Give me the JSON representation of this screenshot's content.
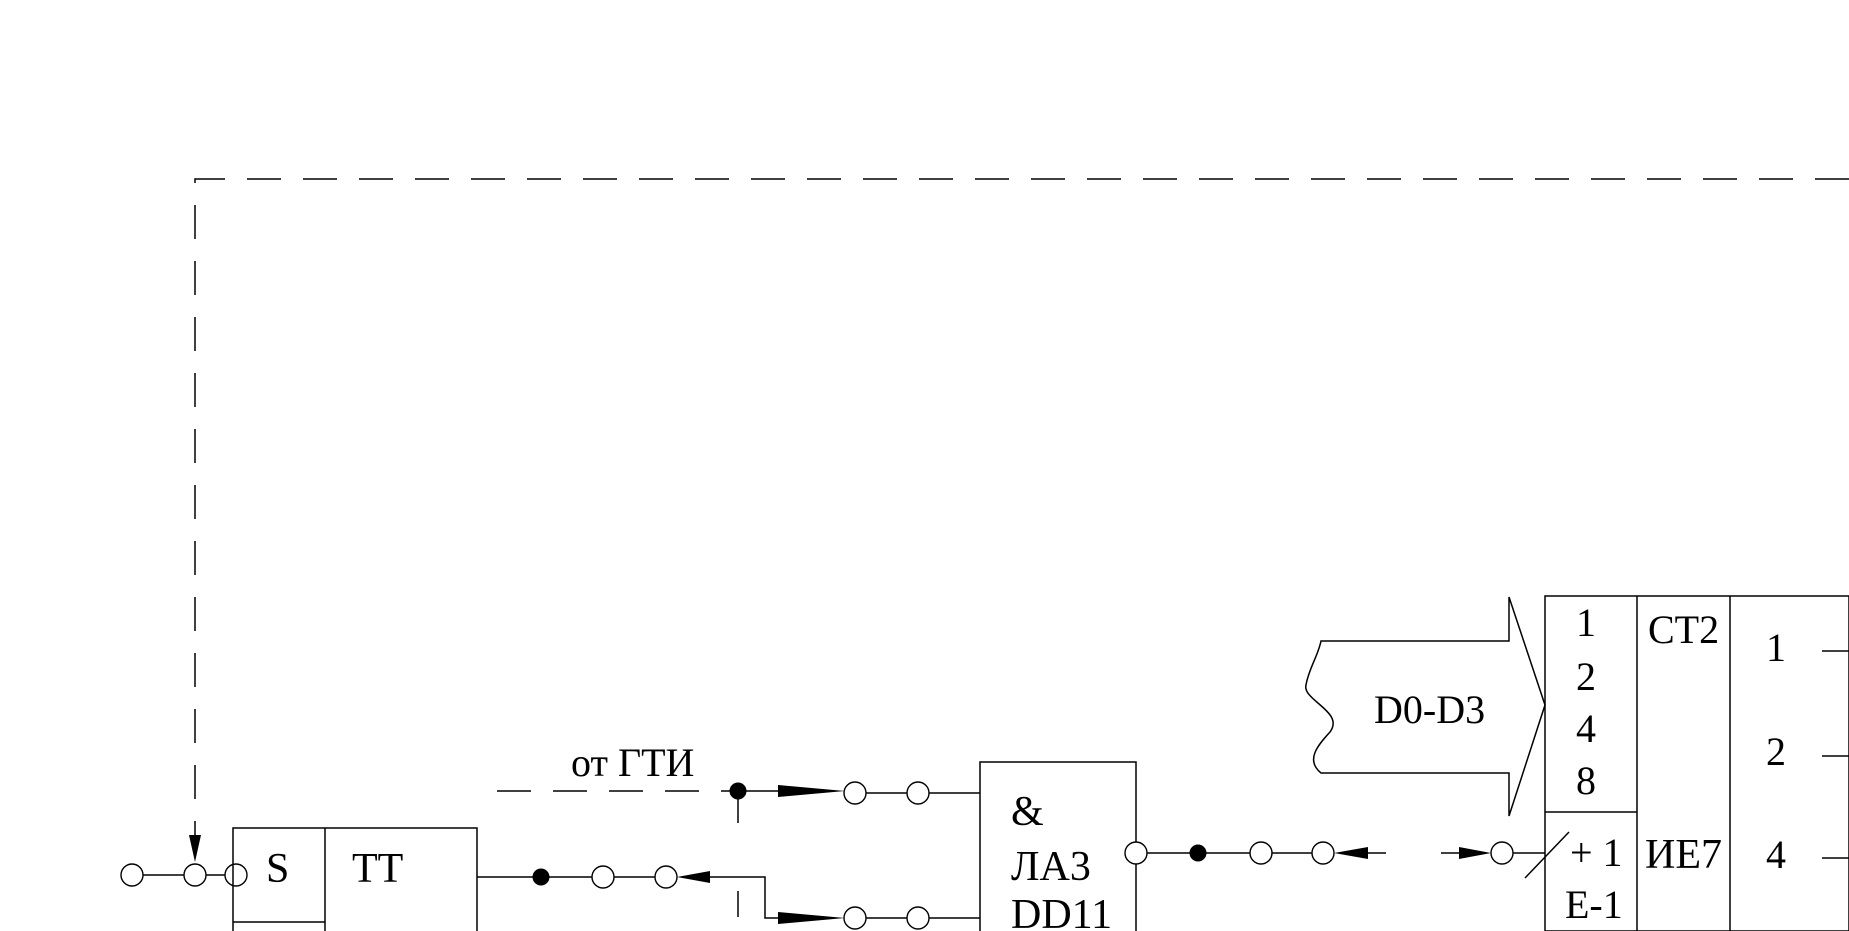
{
  "labels": {
    "gti_source": "от ГТИ",
    "bus_label": "D0-D3"
  },
  "trigger": {
    "set_input": "S",
    "type": "TT"
  },
  "and_gate": {
    "function": "&",
    "type": "ЛА3",
    "designator": "DD11"
  },
  "counter": {
    "inputs": [
      "1",
      "2",
      "4",
      "8"
    ],
    "function": "CT2",
    "count_up": "+ 1",
    "enable": "E-1",
    "type": "ИЕ7",
    "outputs": [
      "1",
      "2",
      "4"
    ]
  }
}
